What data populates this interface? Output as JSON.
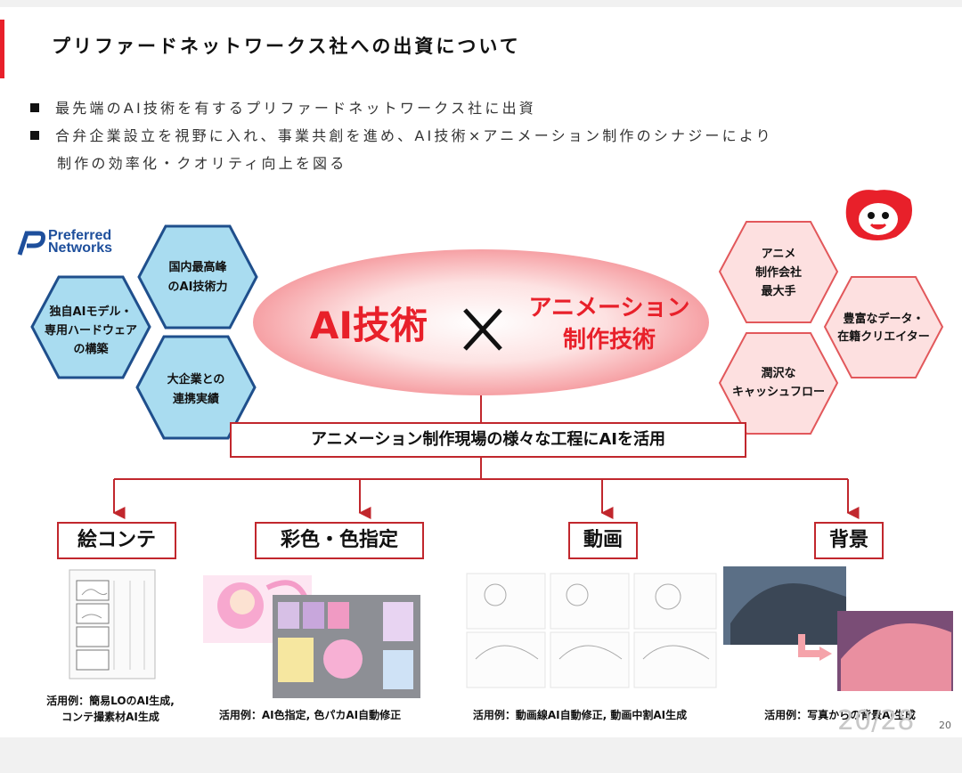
{
  "title": "プリファードネットワークス社への出資について",
  "bullets": [
    "最先端のAI技術を有するプリファードネットワークス社に出資",
    "合弁企業設立を視野に入れ、事業共創を進め、AI技術×アニメーション制作のシナジーにより",
    "制作の効率化・クオリティ向上を図る"
  ],
  "logo_left": {
    "line1": "Preferred",
    "line2": "Networks",
    "color": "#1e4f9c"
  },
  "center": {
    "ai": "AI技術",
    "cross": "×",
    "anime_line1": "アニメーション",
    "anime_line2": "制作技術"
  },
  "hex_left": [
    {
      "lines": [
        "国内最高峰",
        "のAI技術力"
      ]
    },
    {
      "lines": [
        "独自AIモデル・",
        "専用ハードウェア",
        "の構築"
      ]
    },
    {
      "lines": [
        "大企業との",
        "連携実績"
      ]
    }
  ],
  "hex_right": [
    {
      "lines": [
        "アニメ",
        "制作会社",
        "最大手"
      ]
    },
    {
      "lines": [
        "豊富なデータ・",
        "在籍クリエイター"
      ]
    },
    {
      "lines": [
        "潤沢な",
        "キャッシュフロー"
      ]
    }
  ],
  "flow_label": "アニメーション制作現場の様々な工程にAIを活用",
  "categories": [
    {
      "label": "絵コンテ",
      "caption_lines": [
        "活用例：簡易LOのAI生成,",
        "コンテ撮素材AI生成"
      ]
    },
    {
      "label": "彩色・色指定",
      "caption_lines": [
        "活用例：AI色指定, 色パカAI自動修正"
      ]
    },
    {
      "label": "動画",
      "caption_lines": [
        "活用例：動画線AI自動修正, 動画中割AI生成"
      ]
    },
    {
      "label": "背景",
      "caption_lines": [
        "活用例：写真からの背景AI生成"
      ]
    }
  ],
  "page_counter": "20/28",
  "page_number": "20",
  "colors": {
    "accent": "#e8202a",
    "box_border": "#c1272d",
    "hex_blue": "#a9dcf0",
    "hex_blue_stroke": "#1f4f8c",
    "hex_pink": "#fde0e0",
    "hex_pink_stroke": "#e2585b"
  }
}
